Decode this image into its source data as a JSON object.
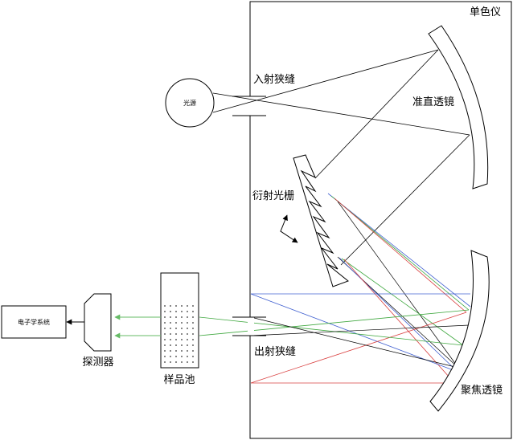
{
  "labels": {
    "monochromator": "单色仪",
    "entrance_slit": "入射狭缝",
    "light_source": "光源",
    "collimating_lens": "准直透镜",
    "diffraction_grating": "衍射光栅",
    "focusing_lens": "聚焦透镜",
    "exit_slit": "出射狭缝",
    "sample_cell": "样品池",
    "detector": "探测器",
    "electronics": "电子学系统"
  },
  "colors": {
    "stroke": "#000000",
    "ray_red": "#d94040",
    "ray_green": "#40a840",
    "ray_blue": "#4060d0",
    "arrow_green": "#66bb66"
  }
}
